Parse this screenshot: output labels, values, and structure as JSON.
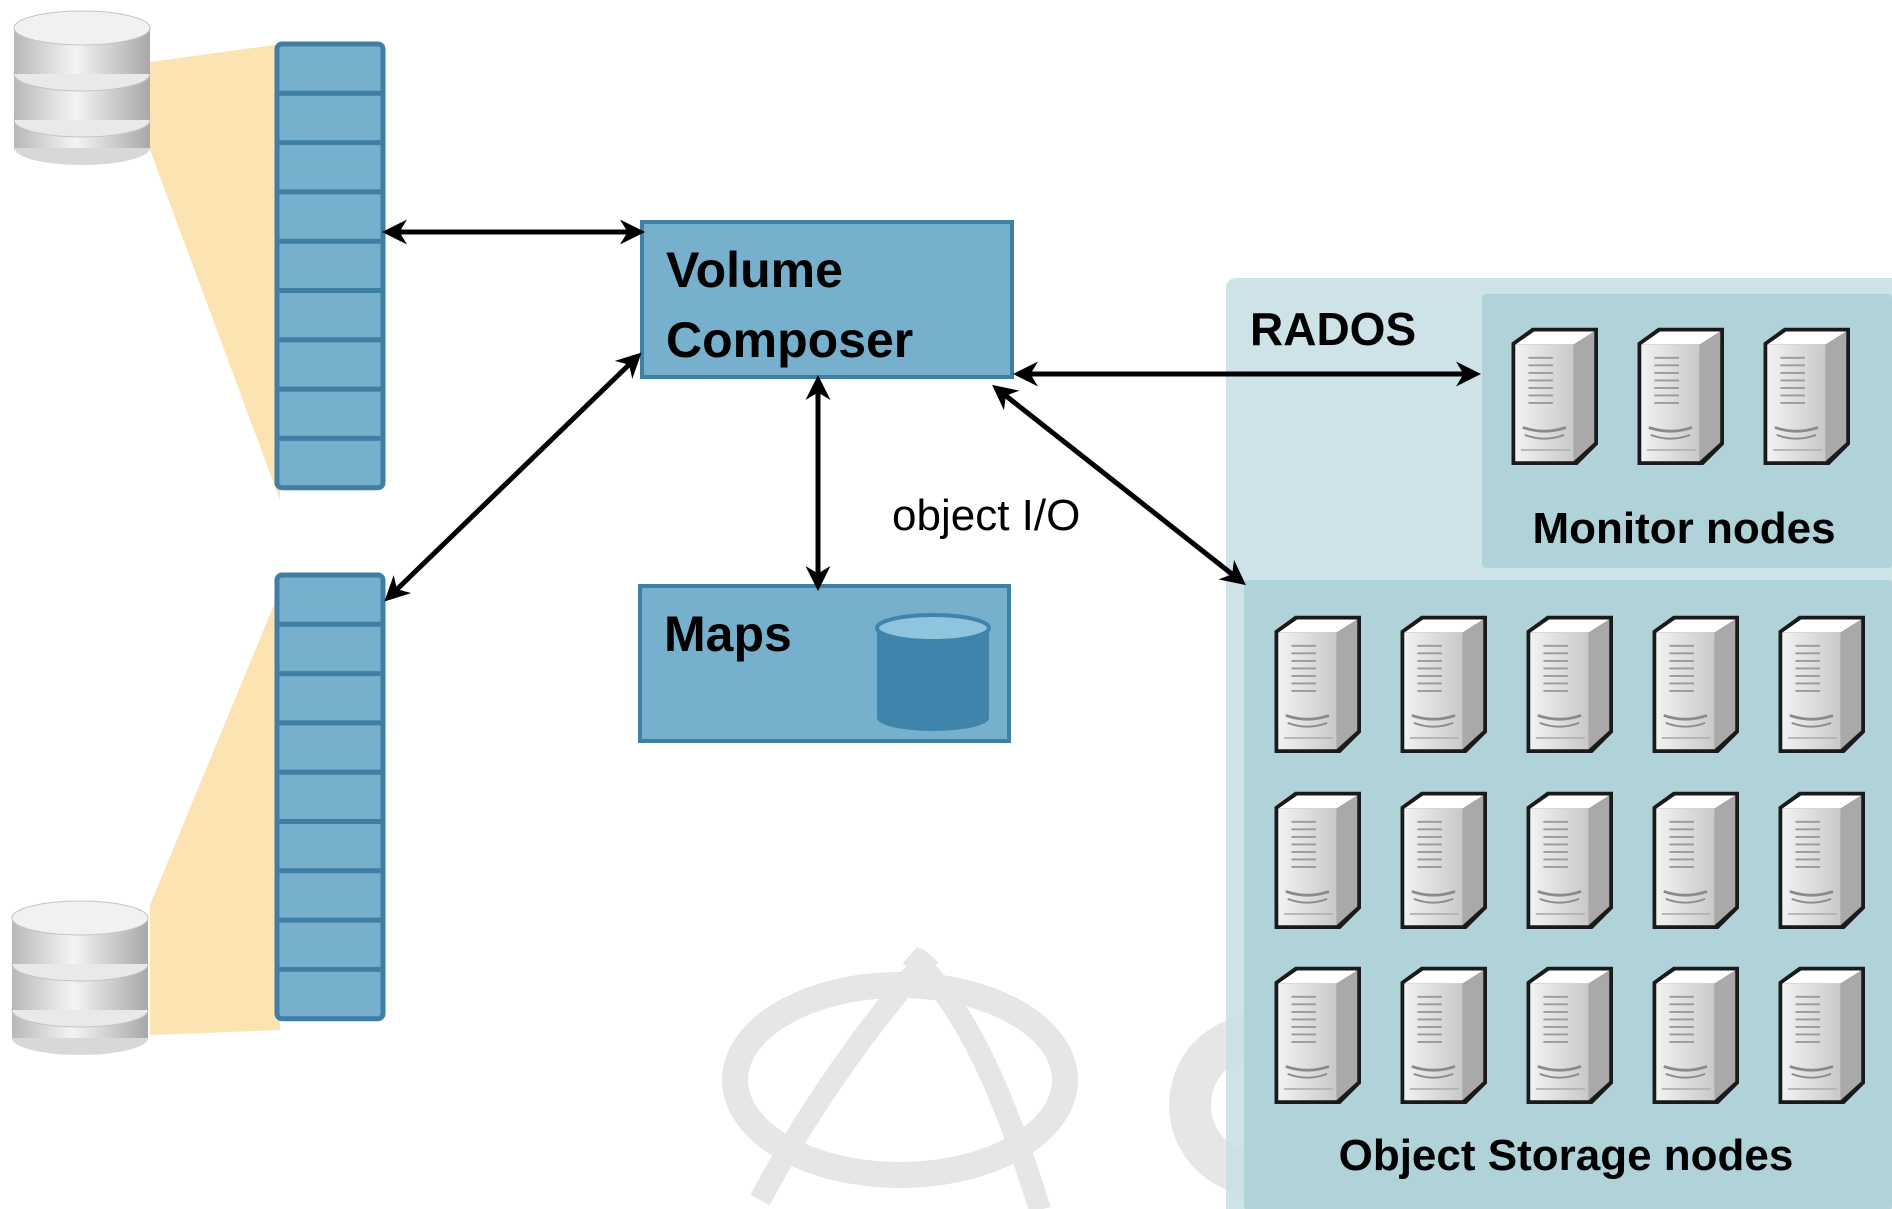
{
  "labels": {
    "volume_composer_line1": "Volume",
    "volume_composer_line2": "Composer",
    "maps": "Maps",
    "object_io": "object I/O",
    "rados": "RADOS",
    "monitor_nodes": "Monitor nodes",
    "object_storage_nodes": "Object Storage nodes"
  },
  "colors": {
    "box_fill": "#77b0cc",
    "box_stroke": "#3f7fa3",
    "cluster_fill": "#c9e1e6",
    "cluster_inner_fill": "#b0d2d9",
    "beam": "#fce3b2",
    "arrow": "#000000",
    "server_body": "#dcdcdc"
  },
  "icons": {
    "disk_stack": "disk-stack-icon",
    "server": "server-icon",
    "database": "database-icon",
    "watermark": "logo-watermark"
  },
  "counts": {
    "volume_segments": 9,
    "monitor_nodes": 3,
    "object_storage_nodes": 15
  }
}
